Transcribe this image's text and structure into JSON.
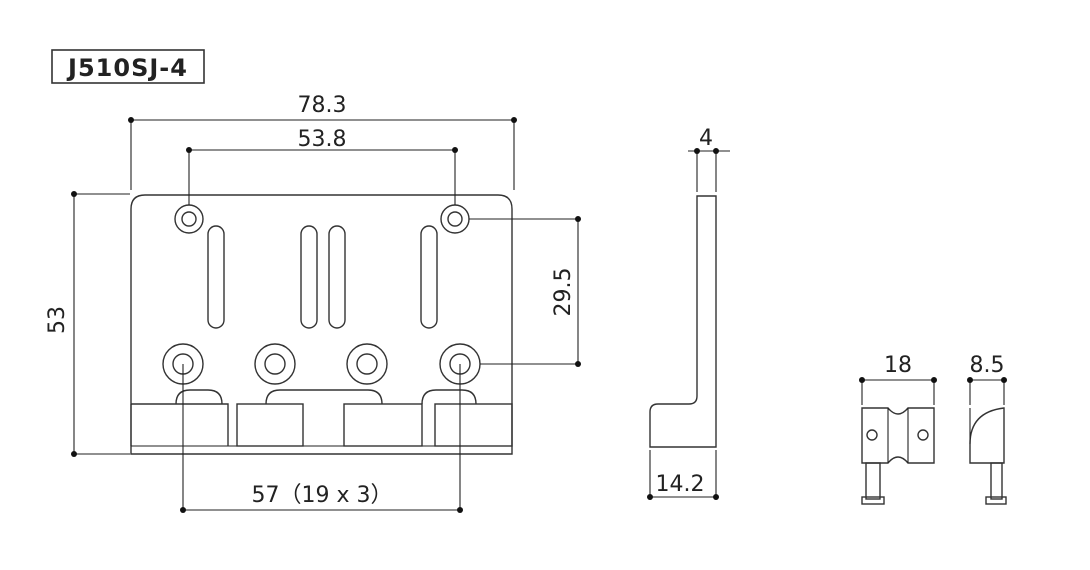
{
  "title": "J510SJ-4",
  "colors": {
    "line": "#333333",
    "text": "#222222",
    "background": "#ffffff"
  },
  "dimensions": {
    "overall_width": "78.3",
    "hole_spacing_top": "53.8",
    "overall_height": "53",
    "hole_spacing_vertical": "29.5",
    "string_spacing": "57（19 x 3）",
    "thickness": "4",
    "side_depth": "14.2",
    "saddle_width": "18",
    "saddle_depth": "8.5"
  }
}
